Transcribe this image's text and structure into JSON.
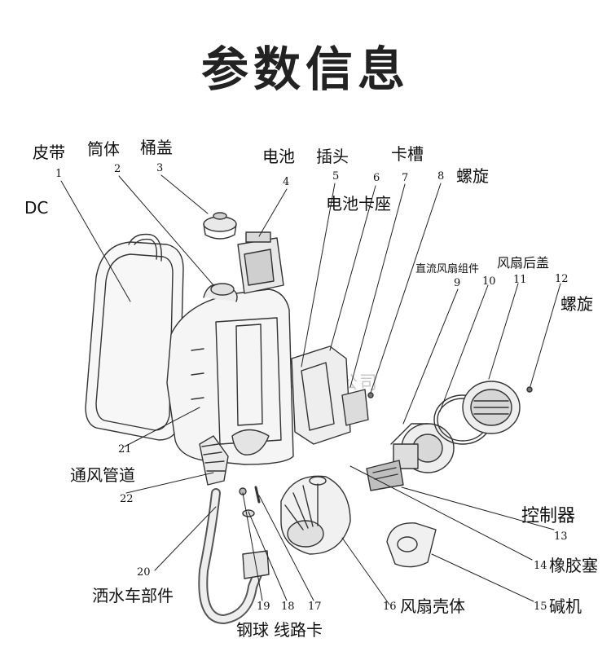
{
  "title": "参数信息",
  "watermark": "北京市 科技有限公司",
  "labels": {
    "belt": "皮带",
    "barrel": "筒体",
    "lid": "桶盖",
    "dc": "DC",
    "battery": "电池",
    "plug": "插头",
    "slot": "卡槽",
    "battery_seat": "电池卡座",
    "screw_top": "螺旋",
    "dc_fan": "直流风扇组件",
    "fan_cover": "风扇后盖",
    "screw_right": "螺旋",
    "vent_pipe": "通风管道",
    "controller": "控制器",
    "rubber_plug": "橡胶塞",
    "base": "碱机",
    "fan_shell": "风扇壳体",
    "sprinkler": "洒水车部件",
    "steel_ball": "钢球",
    "line_clip": "线路卡"
  },
  "part_numbers": [
    "1",
    "2",
    "3",
    "4",
    "5",
    "6",
    "7",
    "8",
    "9",
    "10",
    "11",
    "12",
    "13",
    "14",
    "15",
    "16",
    "17",
    "18",
    "19",
    "20",
    "21",
    "22"
  ]
}
